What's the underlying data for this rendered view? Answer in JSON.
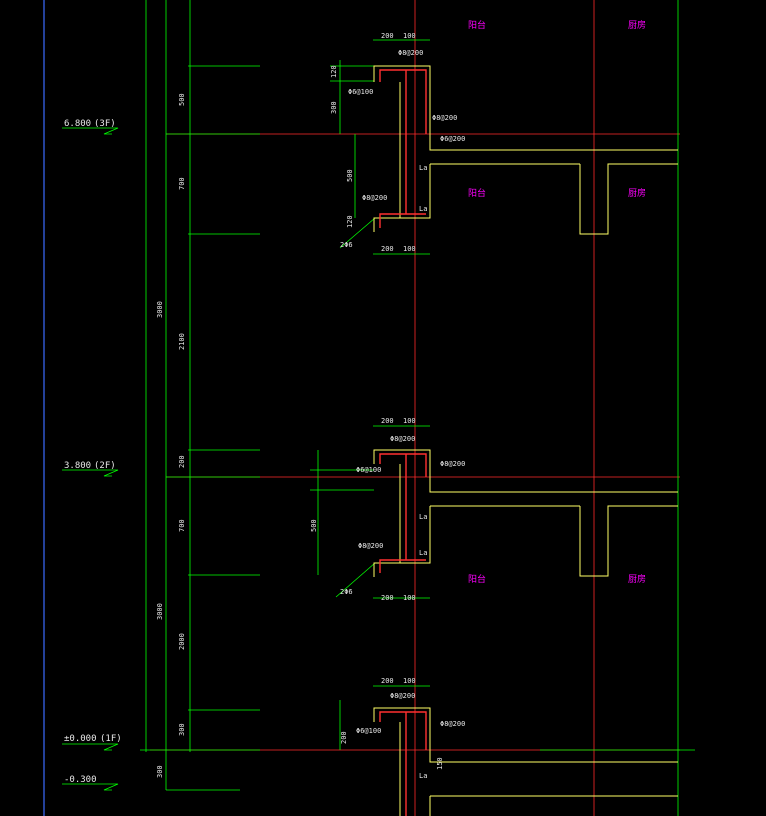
{
  "colors": {
    "background": "#000000",
    "axis": "#ff2a2a",
    "dimension": "#00ff00",
    "wall": "#ffff66",
    "rebar": "#ff3030",
    "annotation": "#ff00ff",
    "frame": "#3b6cff",
    "text": "#e8e8e8"
  },
  "levels": [
    {
      "elevation": "6.800",
      "floor": "(3F)"
    },
    {
      "elevation": "3.800",
      "floor": "(2F)"
    },
    {
      "elevation": "±0.000",
      "floor": "(1F)"
    },
    {
      "elevation": "-0.300",
      "floor": ""
    }
  ],
  "room_labels": {
    "a": "阳台",
    "b": "厨房"
  },
  "dimensions": {
    "story_height": "3000",
    "d200": "200",
    "d100": "100",
    "d120": "120",
    "d300": "300",
    "d500": "500",
    "d700": "700",
    "d2100": "2100",
    "d2000": "2000",
    "d150": "150"
  },
  "rebar_notes": {
    "top_bar": "Φ8@200",
    "side_bar": "Φ6@100",
    "wall_bar": "Φ8@200",
    "slab_bar": "Φ6@200",
    "beam_bar": "Φ8@200",
    "cover_bar": "Φ6@100",
    "tie_bar": "2Φ6",
    "anchor": "La"
  }
}
